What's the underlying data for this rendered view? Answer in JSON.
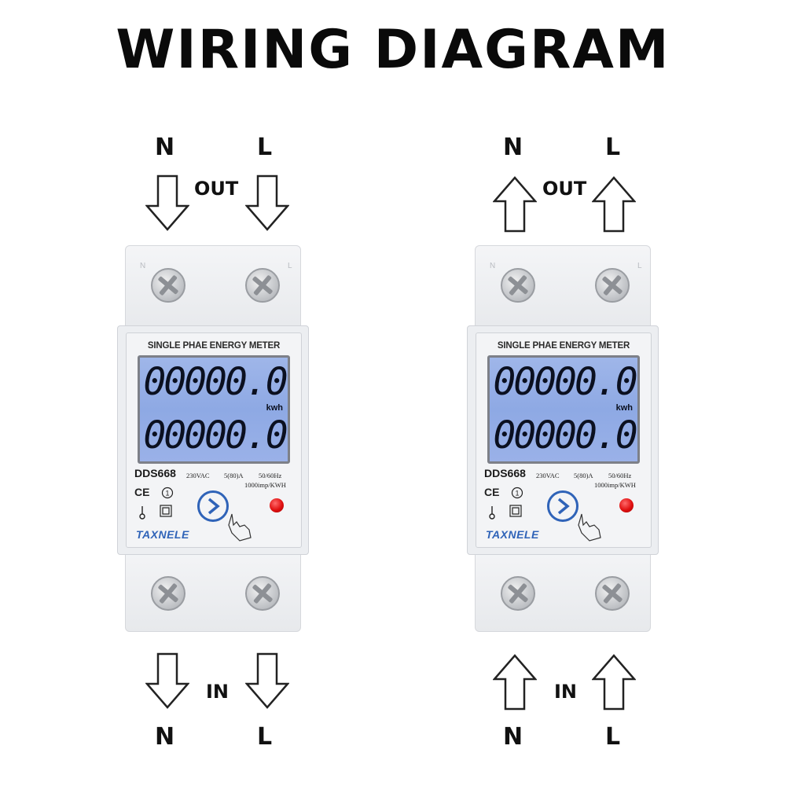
{
  "title": "WIRING DIAGRAM",
  "diagrams": [
    {
      "top_n": "N",
      "top_l": "L",
      "out_label": "OUT",
      "bottom_n": "N",
      "bottom_l": "L",
      "in_label": "IN",
      "arrow_direction": "down",
      "meter": {
        "terminal_n": "N",
        "terminal_l": "L",
        "face_title": "SINGLE PHAE ENERGY METER",
        "reading1": "00000.0",
        "unit": "kwh",
        "reading2": "00000.0",
        "model": "DDS668",
        "spec_voltage": "230VAC",
        "spec_current": "5(80)A",
        "spec_freq": "50/60Hz",
        "spec_imp": "1000imp/KWH",
        "ce": "CE",
        "class_mark": "1",
        "brand": "TAXNELE"
      }
    },
    {
      "top_n": "N",
      "top_l": "L",
      "out_label": "OUT",
      "bottom_n": "N",
      "bottom_l": "L",
      "in_label": "IN",
      "arrow_direction": "up",
      "meter": {
        "terminal_n": "N",
        "terminal_l": "L",
        "face_title": "SINGLE PHAE ENERGY METER",
        "reading1": "00000.0",
        "unit": "kwh",
        "reading2": "00000.0",
        "model": "DDS668",
        "spec_voltage": "230VAC",
        "spec_current": "5(80)A",
        "spec_freq": "50/60Hz",
        "spec_imp": "1000imp/KWH",
        "ce": "CE",
        "class_mark": "1",
        "brand": "TAXNELE"
      }
    }
  ],
  "colors": {
    "lcd_backlight": "#9fb6e9",
    "brand_blue": "#2f63b8",
    "led_red": "#e01010",
    "housing": "#eceef1"
  },
  "icons": [
    "down-arrow-icon",
    "up-arrow-icon",
    "screw-icon",
    "next-button-icon",
    "hand-pointer-icon",
    "led-icon",
    "ground-icon",
    "double-insulation-icon"
  ]
}
